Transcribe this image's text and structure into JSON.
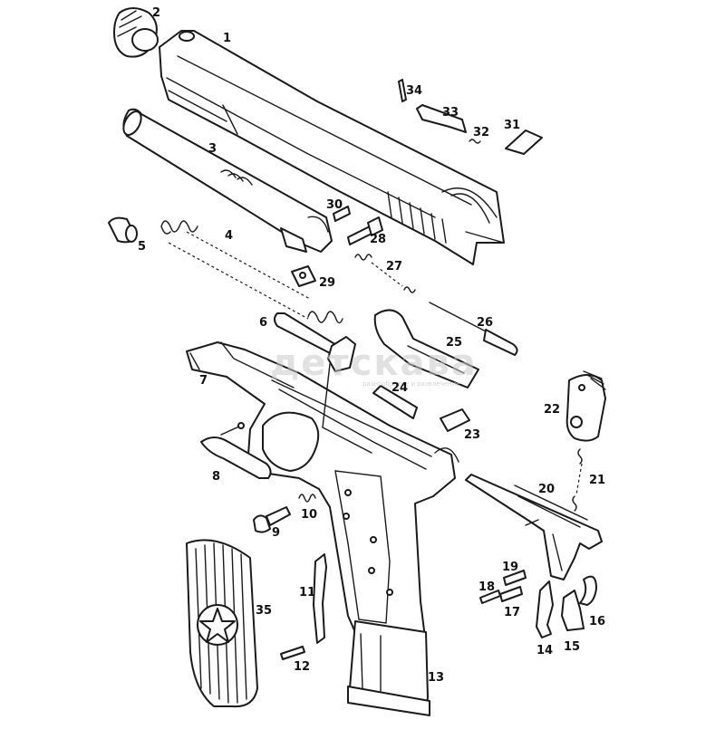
{
  "diagram": {
    "labels": {
      "p1": "1",
      "p2": "2",
      "p3": "3",
      "p4": "4",
      "p5": "5",
      "p6": "6",
      "p7": "7",
      "p8": "8",
      "p9": "9",
      "p10": "10",
      "p11": "11",
      "p12": "12",
      "p13": "13",
      "p14": "14",
      "p15": "15",
      "p16": "16",
      "p17": "17",
      "p18": "18",
      "p19": "19",
      "p20": "20",
      "p21": "21",
      "p22": "22",
      "p23": "23",
      "p24": "24",
      "p25": "25",
      "p26": "26",
      "p27": "27",
      "p28": "28",
      "p29": "29",
      "p30": "30",
      "p31": "31",
      "p32": "32",
      "p33": "33",
      "p34": "34",
      "p35": "35"
    },
    "watermark": {
      "logo": "детскава",
      "tagline": "разнообразие и развлечение"
    },
    "colors": {
      "line": "#1a1a1a",
      "background": "#ffffff",
      "watermark": "#c8c8c8"
    }
  }
}
